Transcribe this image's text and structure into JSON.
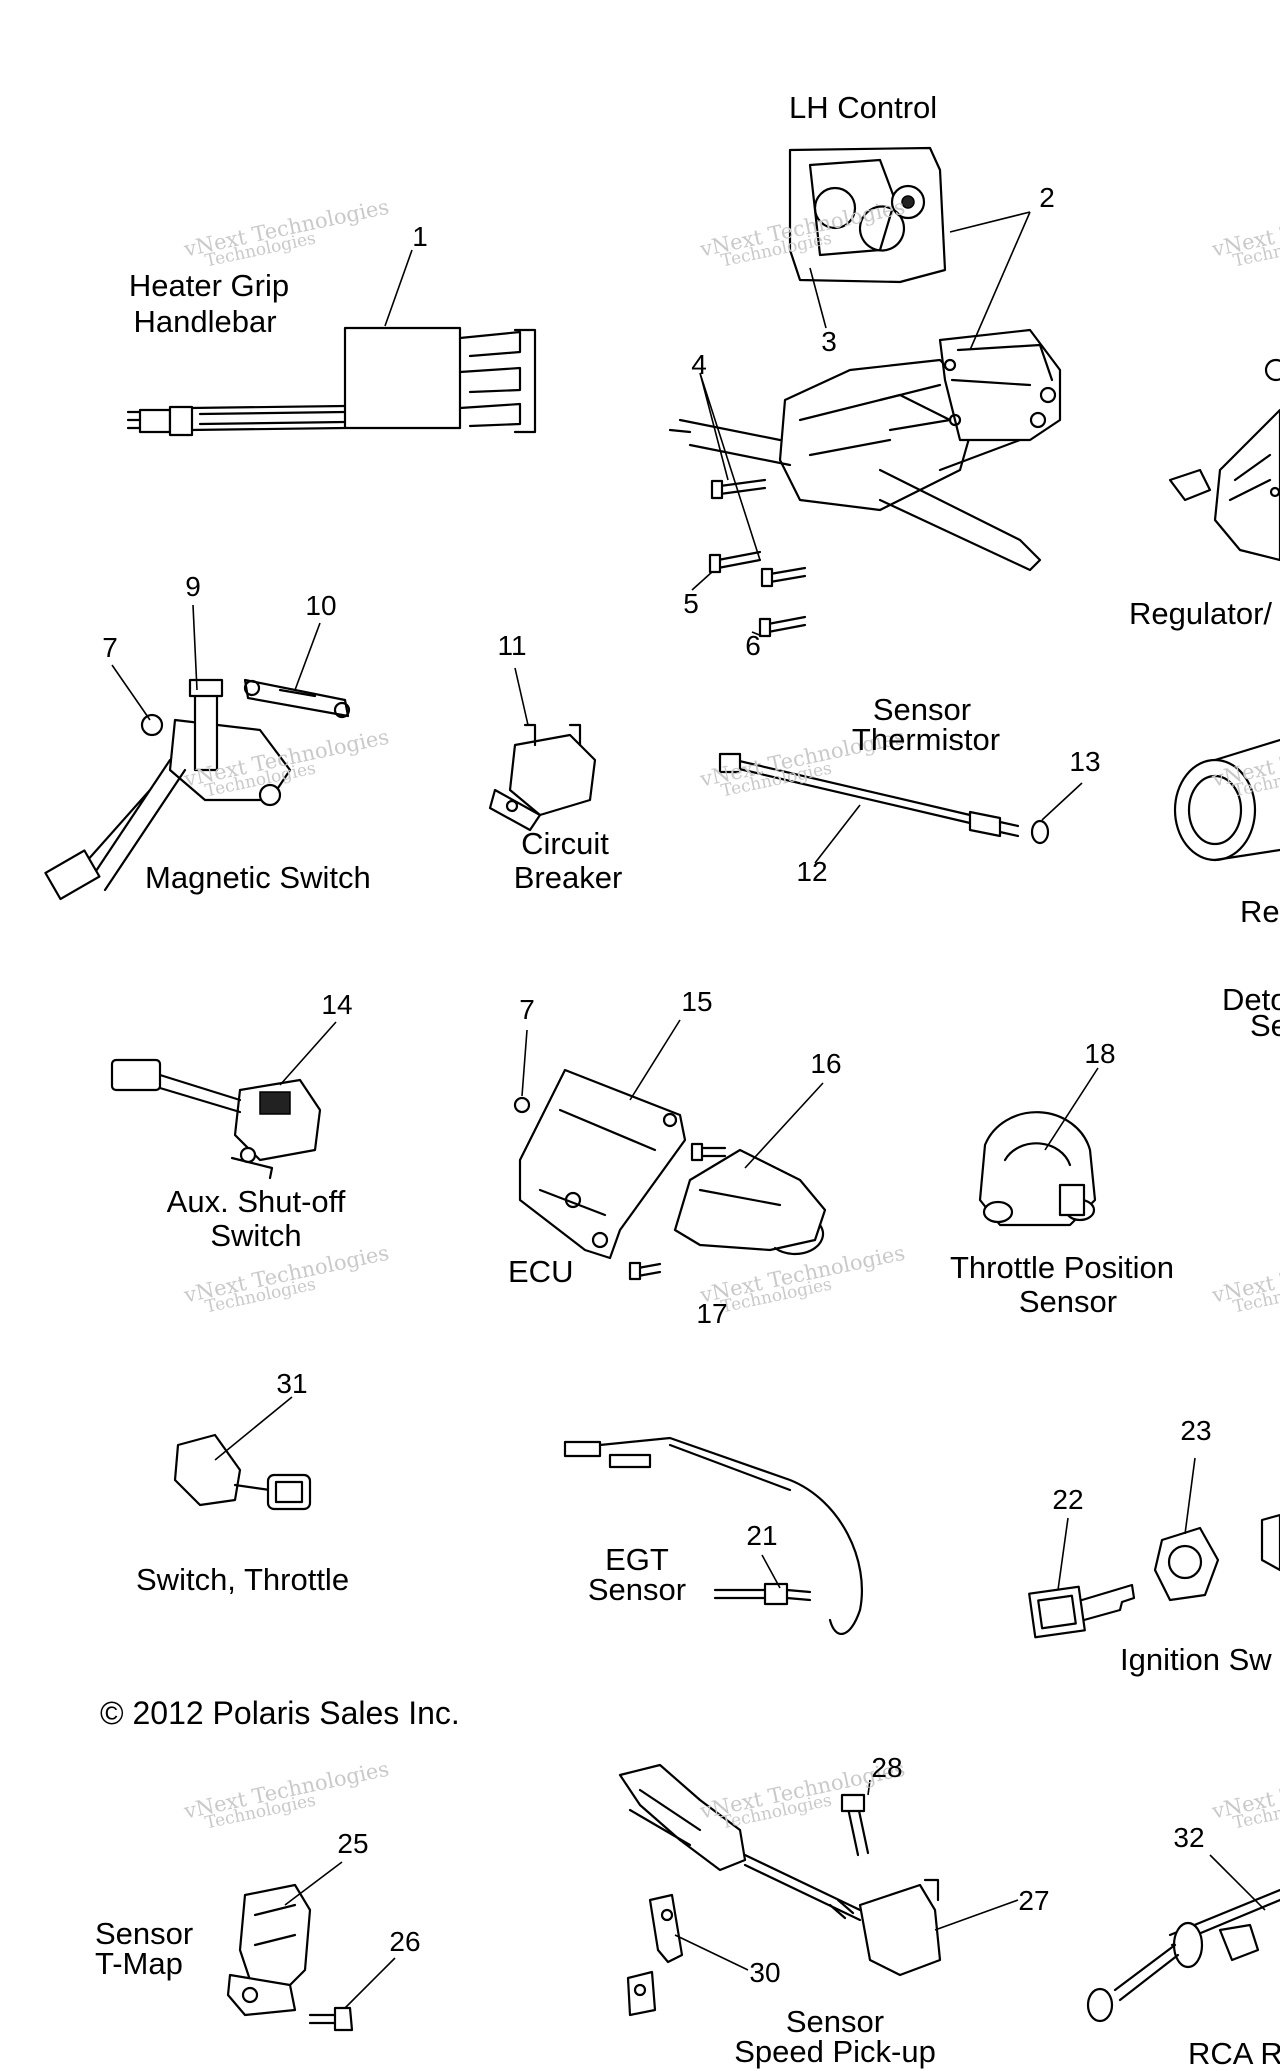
{
  "labels": {
    "lh_control": "LH Control",
    "heater_grip": [
      "Heater Grip",
      "Handlebar"
    ],
    "regulator": "Regulator/",
    "magnetic_switch": "Magnetic Switch",
    "circuit_breaker": [
      "Circuit",
      "Breaker"
    ],
    "sensor_thermistor": [
      "Sensor",
      "Thermistor"
    ],
    "re": "Re",
    "detonation_sensor": [
      "Deto",
      "Se"
    ],
    "aux_shutoff": [
      "Aux. Shut-off",
      "Switch"
    ],
    "ecu": "ECU",
    "throttle_position": [
      "Throttle Position",
      "Sensor"
    ],
    "switch_throttle": "Switch, Throttle",
    "egt_sensor": [
      "EGT",
      "Sensor"
    ],
    "ignition_switch": "Ignition Sw",
    "sensor_tmap": [
      "Sensor",
      "T-Map"
    ],
    "sensor_speed": [
      "Sensor",
      "Speed Pick-up"
    ],
    "rca": "RCA R"
  },
  "copyright": "© 2012 Polaris Sales Inc.",
  "watermark": {
    "line1": "vNext Technologies",
    "line2": "Technologies"
  },
  "callouts": [
    "1",
    "2",
    "3",
    "4",
    "5",
    "6",
    "7",
    "9",
    "10",
    "11",
    "12",
    "13",
    "14",
    "7",
    "15",
    "16",
    "17",
    "18",
    "31",
    "21",
    "22",
    "23",
    "25",
    "26",
    "28",
    "27",
    "30",
    "32"
  ]
}
